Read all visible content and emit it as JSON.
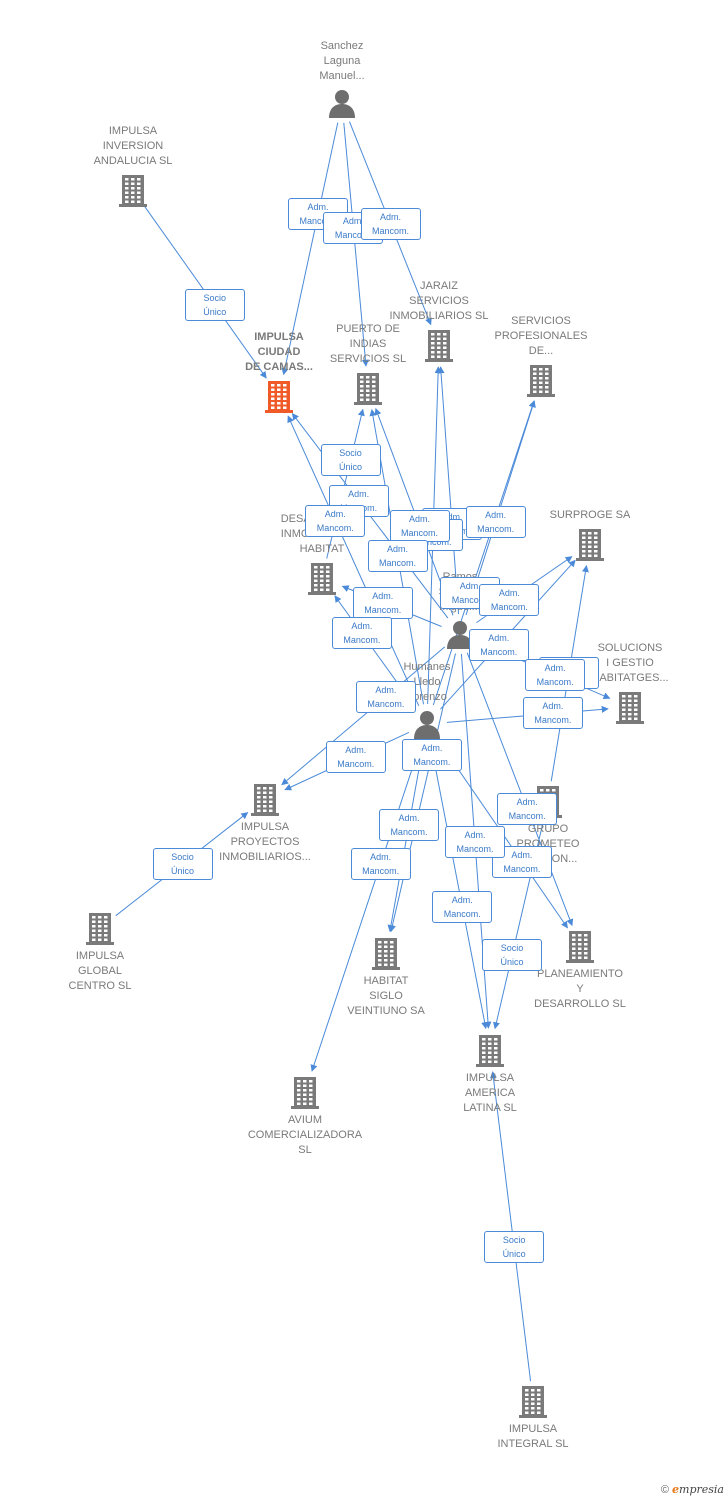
{
  "colors": {
    "edge": "#4a8ad8",
    "building": "#7a7a7a",
    "focus": "#f05a28",
    "person": "#6e6e6e"
  },
  "nodes": [
    {
      "id": "sanchez_laguna",
      "type": "person",
      "name": "Sanchez\nLaguna\nManuel..."
    },
    {
      "id": "impulsa_inversion",
      "type": "company",
      "name": "IMPULSA\nINVERSION\nANDALUCIA  SL"
    },
    {
      "id": "impulsa_ciudad",
      "type": "company",
      "focus": true,
      "name": "IMPULSA\nCIUDAD\nDE CAMAS..."
    },
    {
      "id": "puerto_indias",
      "type": "company",
      "name": "PUERTO DE\nINDIAS\nSERVICIOS SL"
    },
    {
      "id": "jaraiz",
      "type": "company",
      "name": "JARAIZ\nSERVICIOS\nINMOBILIARIOS SL"
    },
    {
      "id": "servicios_prof",
      "type": "company",
      "name": "SERVICIOS\nPROFESIONALES\nDE..."
    },
    {
      "id": "desarrollos",
      "type": "company",
      "name": "DESARROLLOS\nINMOBILIARIOS\nHABITAT"
    },
    {
      "id": "surproge",
      "type": "company",
      "name": "SURPROGE SA"
    },
    {
      "id": "ramos",
      "type": "person",
      "name": "Ramos\nSanchez\nMiguel..."
    },
    {
      "id": "solucions",
      "type": "company",
      "name": "SOLUCIONS\nI GESTIO\nHABITATGES..."
    },
    {
      "id": "humanes",
      "type": "person",
      "name": "Humanes\nLledo\nLorenzo"
    },
    {
      "id": "impulsa_proyectos",
      "type": "company",
      "name": "IMPULSA\nPROYECTOS\nINMOBILIARIOS..."
    },
    {
      "id": "grupo_prometeo",
      "type": "company",
      "name": "GRUPO\nPROMETEO\nGESTION..."
    },
    {
      "id": "impulsa_global",
      "type": "company",
      "name": "IMPULSA\nGLOBAL\nCENTRO  SL"
    },
    {
      "id": "habitat_siglo",
      "type": "company",
      "name": "HABITAT\nSIGLO\nVEINTIUNO SA"
    },
    {
      "id": "planeamiento",
      "type": "company",
      "name": "PLANEAMIENTO\nY\nDESARROLLO SL"
    },
    {
      "id": "impulsa_america",
      "type": "company",
      "name": "IMPULSA\nAMERICA\nLATINA  SL"
    },
    {
      "id": "avium",
      "type": "company",
      "name": "AVIUM\nCOMERCIALIZADORA\nSL"
    },
    {
      "id": "impulsa_integral",
      "type": "company",
      "name": "IMPULSA\nINTEGRAL  SL"
    }
  ],
  "edges": [
    {
      "from": "sanchez_laguna",
      "to": "impulsa_ciudad",
      "label": "Adm.\nMancom."
    },
    {
      "from": "sanchez_laguna",
      "to": "puerto_indias",
      "label": "Adm.\nMancom."
    },
    {
      "from": "sanchez_laguna",
      "to": "jaraiz",
      "label": "Adm.\nMancom."
    },
    {
      "from": "impulsa_inversion",
      "to": "impulsa_ciudad",
      "label": "Socio\nÚnico"
    },
    {
      "from": "desarrollos",
      "to": "puerto_indias",
      "label": "Socio\nÚnico"
    },
    {
      "from": "ramos",
      "to": "jaraiz",
      "label": "Adm.\nMancom."
    },
    {
      "from": "ramos",
      "to": "servicios_prof",
      "label": "Adm.\nMancom."
    },
    {
      "from": "humanes",
      "to": "jaraiz",
      "label": "Adm.\nMancom."
    },
    {
      "from": "ramos",
      "to": "impulsa_ciudad",
      "label": "Adm.\nMancom."
    },
    {
      "from": "humanes",
      "to": "impulsa_ciudad",
      "label": "Adm.\nMancom."
    },
    {
      "from": "humanes",
      "to": "servicios_prof",
      "label": "Adm.\nMancom."
    },
    {
      "from": "ramos",
      "to": "puerto_indias",
      "label": "Adm.\nMancom."
    },
    {
      "from": "humanes",
      "to": "puerto_indias",
      "label": "Adm.\nMancom."
    },
    {
      "from": "ramos",
      "to": "desarrollos",
      "label": "Adm.\nMancom."
    },
    {
      "from": "humanes",
      "to": "desarrollos",
      "label": "Adm.\nMancom."
    },
    {
      "from": "ramos",
      "to": "surproge",
      "label": "Adm.\nMancom."
    },
    {
      "from": "humanes",
      "to": "surproge",
      "label": "Adm.\nMancom."
    },
    {
      "from": "grupo_prometeo",
      "to": "surproge",
      "label": "Socio\nÚnico"
    },
    {
      "from": "ramos",
      "to": "solucions",
      "label": "Adm.\nMancom."
    },
    {
      "from": "humanes",
      "to": "solucions",
      "label": "Adm.\nMancom."
    },
    {
      "from": "ramos",
      "to": "impulsa_proyectos",
      "label": "Adm.\nMancom."
    },
    {
      "from": "humanes",
      "to": "impulsa_proyectos",
      "label": "Adm.\nMancom."
    },
    {
      "from": "impulsa_global",
      "to": "impulsa_proyectos",
      "label": "Socio\nÚnico"
    },
    {
      "from": "ramos",
      "to": "planeamiento",
      "label": "Adm.\nMancom."
    },
    {
      "from": "humanes",
      "to": "planeamiento",
      "label": "Adm.\nMancom."
    },
    {
      "from": "ramos",
      "to": "habitat_siglo",
      "label": "Adm.\nMancom."
    },
    {
      "from": "humanes",
      "to": "habitat_siglo",
      "label": "Adm.\nMancom."
    },
    {
      "from": "ramos",
      "to": "impulsa_america",
      "label": "Adm.\nMancom."
    },
    {
      "from": "humanes",
      "to": "impulsa_america",
      "label": "Adm.\nMancom."
    },
    {
      "from": "grupo_prometeo",
      "to": "impulsa_america",
      "label": "Socio\nÚnico"
    },
    {
      "from": "humanes",
      "to": "avium",
      "label": "Adm.\nMancom."
    },
    {
      "from": "impulsa_integral",
      "to": "impulsa_america",
      "label": "Socio\nÚnico"
    }
  ],
  "copyright": {
    "symbol": "©",
    "brand_initial": "e",
    "brand_rest": "mpresia"
  }
}
